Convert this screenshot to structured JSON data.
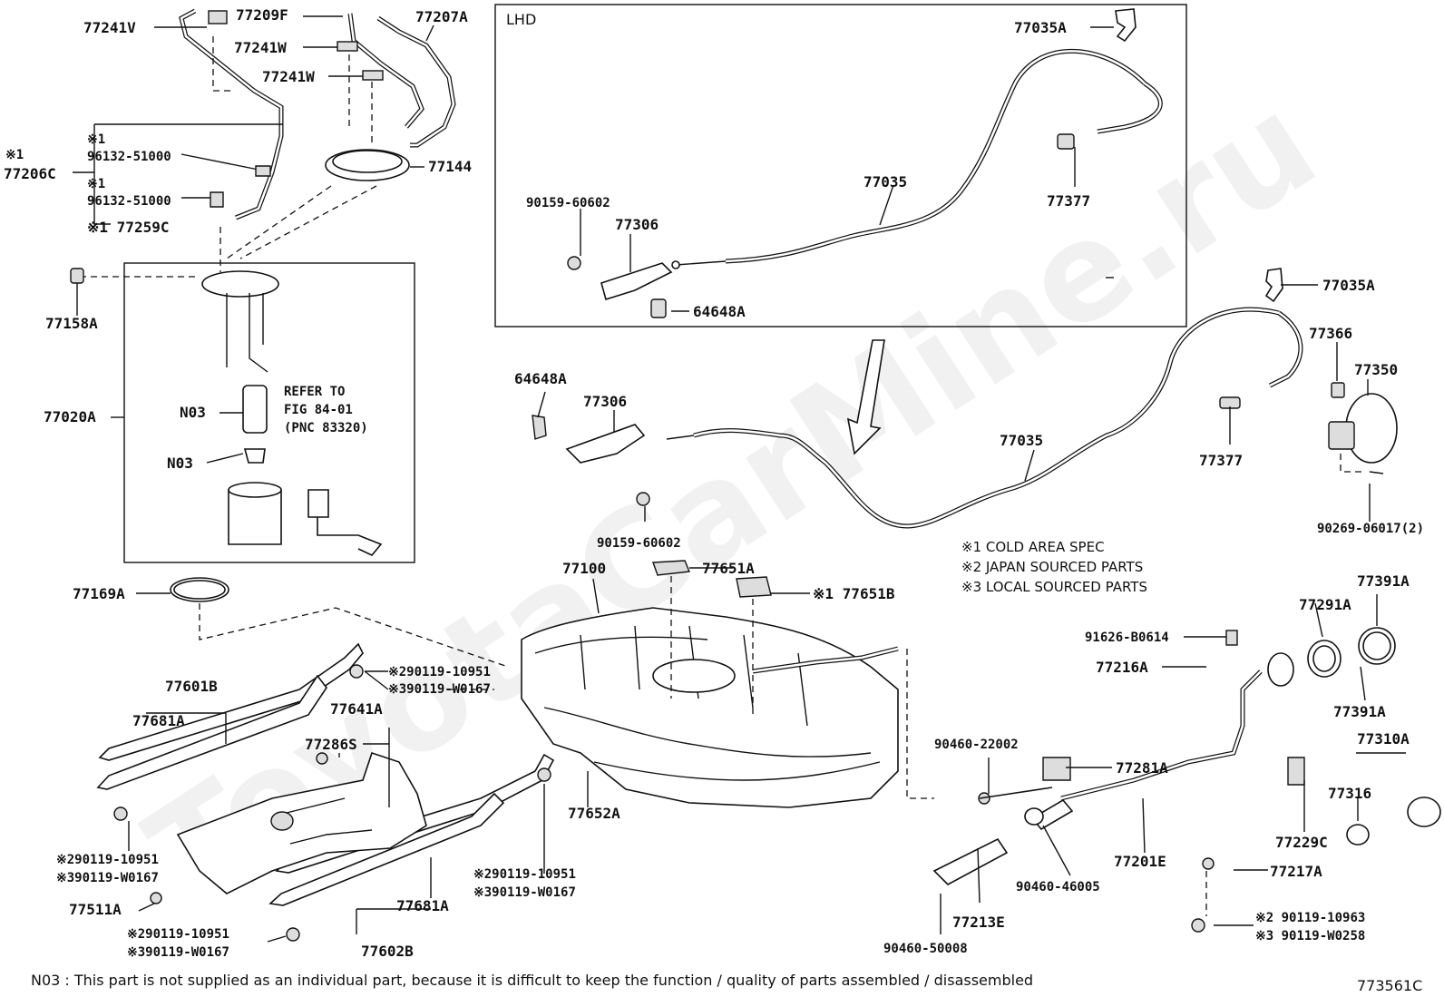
{
  "diagram_code": "773561C",
  "watermark": "ToyotaCarMine.ru",
  "lhd_label": "LHD",
  "footnote": "N03 : This part is not supplied as an individual part, because it is difficult to keep the function / quality of parts assembled / disassembled",
  "notes": [
    "※1 COLD AREA SPEC",
    "※2 JAPAN SOURCED PARTS",
    "※3 LOCAL SOURCED PARTS"
  ],
  "refer": [
    "REFER TO",
    "FIG 84-01",
    "(PNC 83320)"
  ],
  "labels": {
    "p77241V": "77241V",
    "p77209F": "77209F",
    "p77207A": "77207A",
    "p77241W_1": "77241W",
    "p77241W_2": "77241W",
    "p77206C_mark": "※1",
    "p77206C": "77206C",
    "p96132_mark_1": "※1",
    "p96132_1": "96132-51000",
    "p96132_mark_2": "※1",
    "p96132_2": "96132-51000",
    "p77259C": "※1 77259C",
    "p77144": "77144",
    "p77158A": "77158A",
    "p77020A": "77020A",
    "pN03_1": "N03",
    "pN03_2": "N03",
    "p77169A": "77169A",
    "p77035A_lhd": "77035A",
    "p77035_lhd": "77035",
    "p77377_lhd": "77377",
    "p90159_lhd": "90159-60602",
    "p77306_lhd": "77306",
    "p64648A_lhd": "64648A",
    "p64648A": "64648A",
    "p77306": "77306",
    "p90159": "90159-60602",
    "p77035": "77035",
    "p77035A": "77035A",
    "p77366": "77366",
    "p77350": "77350",
    "p77377": "77377",
    "p90269": "90269-06017(2)",
    "p77100": "77100",
    "p77651A": "77651A",
    "p77651B": "※1 77651B",
    "p290119_a": "※290119-10951",
    "p390119_a": "※390119-W0167",
    "p77601B": "77601B",
    "p77681A_1": "77681A",
    "p77641A": "77641A",
    "p77286S": "77286S",
    "p77652A": "77652A",
    "p290119_b": "※290119-10951",
    "p390119_b": "※390119-W0167",
    "p290119_c": "※290119-10951",
    "p390119_c": "※390119-W0167",
    "p77511A": "77511A",
    "p290119_d": "※290119-10951",
    "p390119_d": "※390119-W0167",
    "p77681A_2": "77681A",
    "p77602B": "77602B",
    "p91626": "91626-B0614",
    "p77216A": "77216A",
    "p77291A": "77291A",
    "p77391A_1": "77391A",
    "p77391A_2": "77391A",
    "p90460_22002": "90460-22002",
    "p77281A": "77281A",
    "p77310A": "77310A",
    "p77316": "77316",
    "p77229C": "77229C",
    "p77201E": "77201E",
    "p90460_46005": "90460-46005",
    "p77217A": "77217A",
    "p77213E": "77213E",
    "p90460_50008": "90460-50008",
    "p90119_10963": "※2 90119-10963",
    "p90119_W0258": "※3 90119-W0258"
  }
}
